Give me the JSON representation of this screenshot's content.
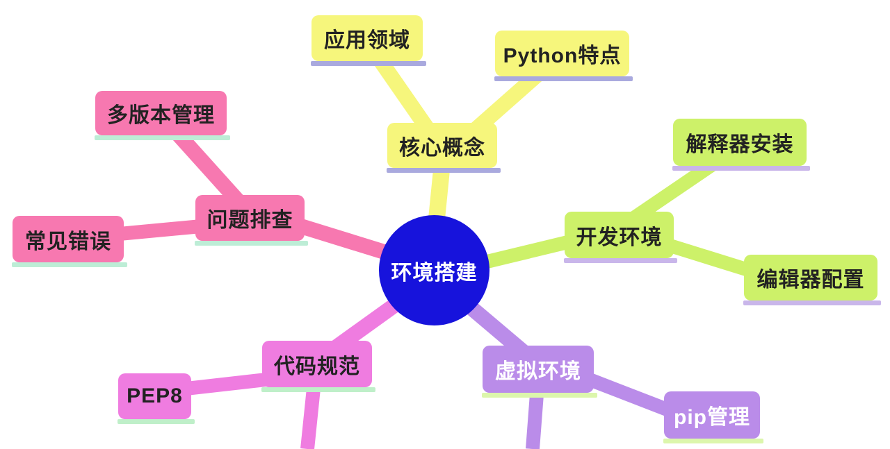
{
  "diagram": {
    "type": "mindmap",
    "background": "#ffffff"
  },
  "center": {
    "label": "环境搭建",
    "color": "#1713DC",
    "text_color": "#ffffff"
  },
  "branches": [
    {
      "id": "core-concepts",
      "label": "核心概念",
      "color": "#F6F67C",
      "underline_color": "#A9A9DE",
      "text_color": "#222222",
      "children": [
        {
          "id": "application-fields",
          "label": "应用领域"
        },
        {
          "id": "python-features",
          "label": "Python特点"
        }
      ]
    },
    {
      "id": "dev-environment",
      "label": "开发环境",
      "color": "#CDF169",
      "underline_color": "#C9B6EA",
      "text_color": "#222222",
      "children": [
        {
          "id": "interpreter-install",
          "label": "解释器安装"
        },
        {
          "id": "editor-config",
          "label": "编辑器配置"
        }
      ]
    },
    {
      "id": "virtual-environment",
      "label": "虚拟环境",
      "color": "#BA8CE9",
      "underline_color": "#DCF6AC",
      "text_color": "#ffffff",
      "children": [
        {
          "id": "pip-management",
          "label": "pip管理"
        }
      ]
    },
    {
      "id": "code-standards",
      "label": "代码规范",
      "color": "#EF7CE0",
      "underline_color": "#BFEFC9",
      "text_color": "#222222",
      "children": [
        {
          "id": "pep8",
          "label": "PEP8"
        }
      ]
    },
    {
      "id": "troubleshooting",
      "label": "问题排查",
      "color": "#F778B0",
      "underline_color": "#BDEDD6",
      "text_color": "#222222",
      "children": [
        {
          "id": "common-errors",
          "label": "常见错误"
        },
        {
          "id": "multi-version",
          "label": "多版本管理"
        }
      ]
    }
  ]
}
